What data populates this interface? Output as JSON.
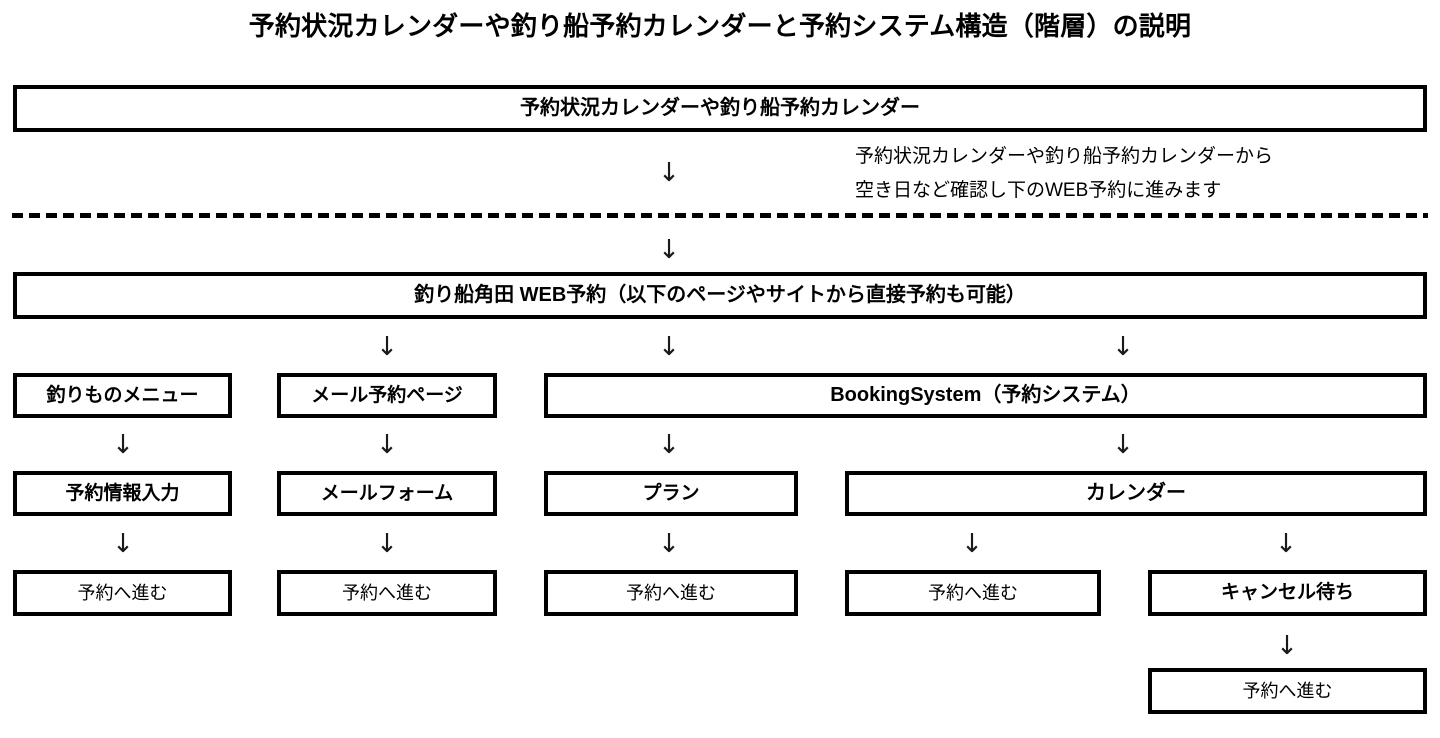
{
  "title": "予約状況カレンダーや釣り船予約カレンダーと予約システム構造（階層）の説明",
  "nodes": {
    "calendar_top": "予約状況カレンダーや釣り船予約カレンダー",
    "web_booking": "釣り船角田 WEB予約（以下のページやサイトから直接予約も可能）",
    "col1_l1": "釣りものメニュー",
    "col1_l2": "予約情報入力",
    "col1_l3": "予約へ進む",
    "col2_l1": "メール予約ページ",
    "col2_l2": "メールフォーム",
    "col2_l3": "予約へ進む",
    "booking_system": "BookingSystem（予約システム）",
    "col3_l2": "プラン",
    "col3_l3": "予約へ進む",
    "col4_l2": "カレンダー",
    "col4_l3": "予約へ進む",
    "col5_l3": "キャンセル待ち",
    "col5_l4": "予約へ進む"
  },
  "annotation": {
    "line1": "予約状況カレンダーや釣り船予約カレンダーから",
    "line2": "空き日など確認し下のWEB予約に進みます"
  },
  "arrows": {
    "glyph": "↓"
  },
  "colors": {
    "stroke": "#000000",
    "background": "#ffffff",
    "text": "#000000"
  }
}
